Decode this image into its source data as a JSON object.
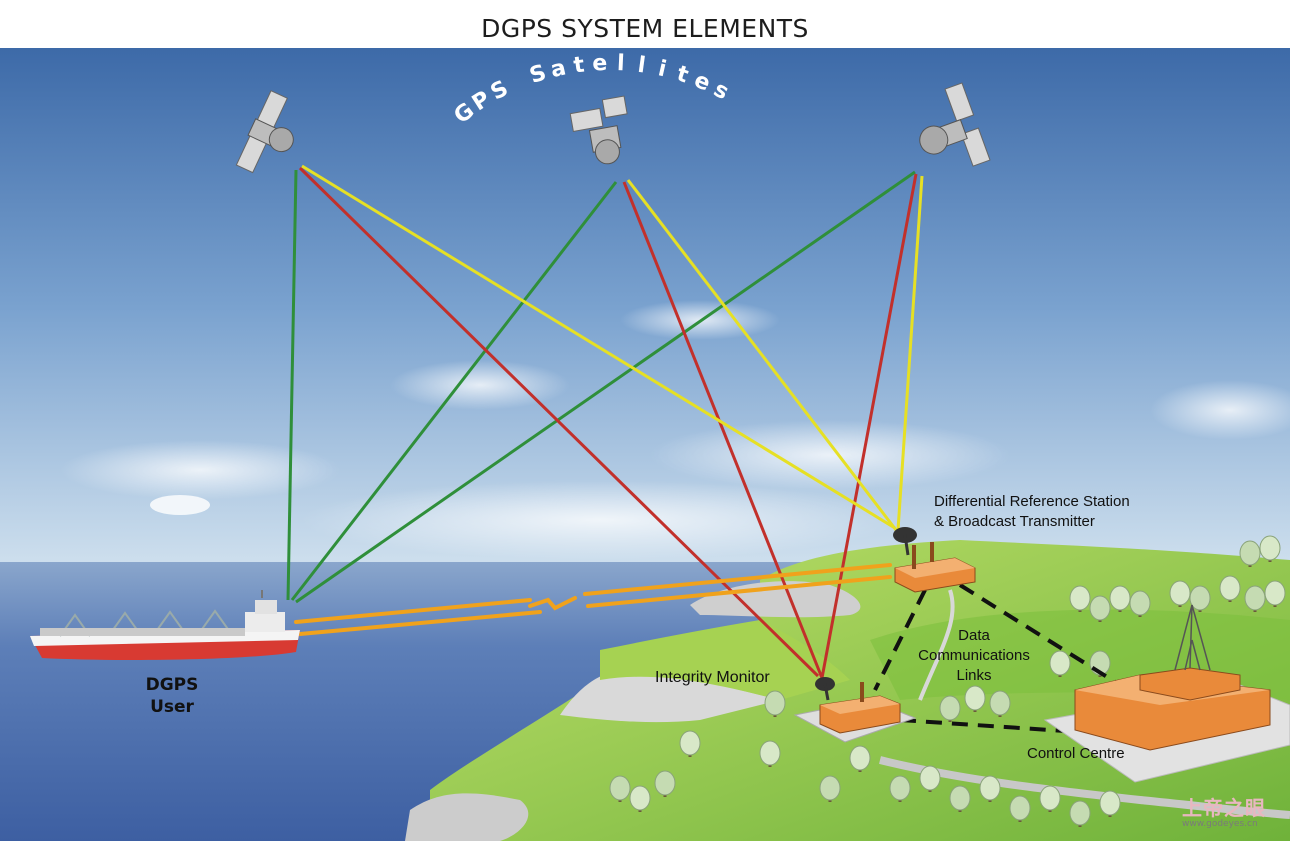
{
  "title": "DGPS SYSTEM ELEMENTS",
  "satellites_label": "GPS Satellites",
  "labels": {
    "ship": [
      "DGPS",
      "User"
    ],
    "reference_station": [
      "Differential Reference Station",
      "& Broadcast Transmitter"
    ],
    "integrity_monitor": "Integrity Monitor",
    "data_links": [
      "Data",
      "Communications",
      "Links"
    ],
    "control_centre": "Control Centre"
  },
  "watermark": {
    "text": "上帝之眼",
    "site": "www.godeyes.cn"
  },
  "colors": {
    "signal_green": "#2f8f3a",
    "signal_red": "#c2302b",
    "signal_yellow": "#e6e024",
    "broadcast_orange": "#f0a21c",
    "sky_top": "#3f6fae",
    "sea": "#4b6fae",
    "grass": "#8cc63f",
    "building": "#e98a3a"
  }
}
